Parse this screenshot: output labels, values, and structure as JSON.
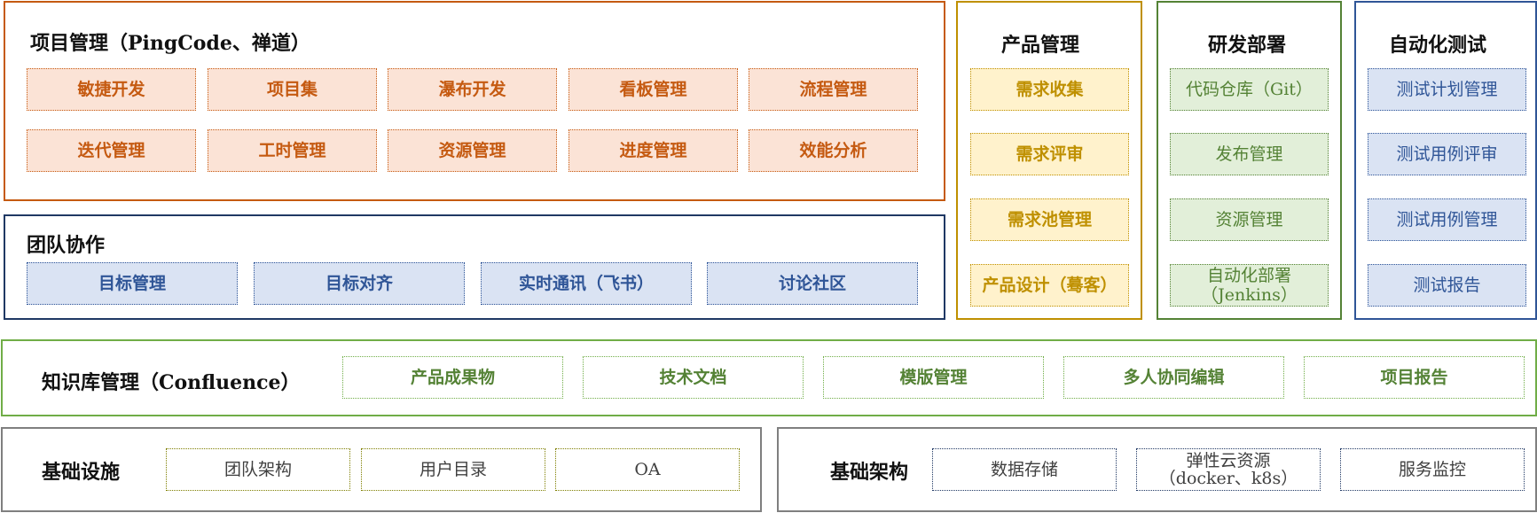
{
  "project": {
    "title": "项目管理（PingCode、禅道）",
    "row1": [
      "敏捷开发",
      "项目集",
      "瀑布开发",
      "看板管理",
      "流程管理"
    ],
    "row2": [
      "迭代管理",
      "工时管理",
      "资源管理",
      "进度管理",
      "效能分析"
    ]
  },
  "team": {
    "title": "团队协作",
    "items": [
      "目标管理",
      "目标对齐",
      "实时通讯（飞书）",
      "讨论社区"
    ]
  },
  "product": {
    "title": "产品管理",
    "items": [
      "需求收集",
      "需求评审",
      "需求池管理",
      "产品设计（蓦客）"
    ]
  },
  "rnd": {
    "title": "研发部署",
    "items": [
      "代码仓库（Git）",
      "发布管理",
      "资源管理",
      "自动化部署\n（Jenkins）"
    ]
  },
  "testing": {
    "title": "自动化测试",
    "items": [
      "测试计划管理",
      "测试用例评审",
      "测试用例管理",
      "测试报告"
    ]
  },
  "knowledge": {
    "title": "知识库管理（Confluence）",
    "items": [
      "产品成果物",
      "技术文档",
      "模版管理",
      "多人协同编辑",
      "项目报告"
    ]
  },
  "infra": {
    "title": "基础设施",
    "items": [
      "团队架构",
      "用户目录",
      "OA"
    ]
  },
  "arch": {
    "title": "基础架构",
    "items": [
      "数据存储",
      "弹性云资源\n（docker、k8s）",
      "服务监控"
    ]
  },
  "colors": {
    "project": "#c55a11",
    "team": "#1f3864",
    "product": "#bf9000",
    "rnd": "#548235",
    "testing": "#2f5597",
    "knowledge": "#70ad47",
    "infra": "#7f7f7f",
    "arch": "#7f7f7f"
  }
}
